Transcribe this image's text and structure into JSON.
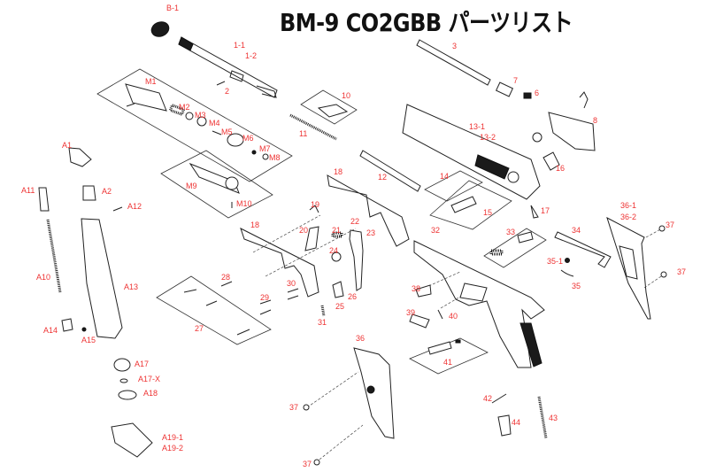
{
  "title": "BM-9 CO2GBB パーツリスト",
  "label_color": "#ee3333",
  "parts": [
    {
      "id": "B-1",
      "name": "barrel-thread-cap"
    },
    {
      "id": "1-1",
      "name": "outer-barrel"
    },
    {
      "id": "1-2",
      "name": "outer-barrel-alt"
    },
    {
      "id": "2",
      "name": "barrel-pin"
    },
    {
      "id": "3",
      "name": "inner-barrel"
    },
    {
      "id": "7",
      "name": "hop-chamber"
    },
    {
      "id": "6",
      "name": "rear-sight"
    },
    {
      "id": "8",
      "name": "nozzle-housing"
    },
    {
      "id": "10",
      "name": "locking-block-set"
    },
    {
      "id": "11",
      "name": "recoil-spring"
    },
    {
      "id": "12",
      "name": "recoil-spring-guide"
    },
    {
      "id": "13-1",
      "name": "slide"
    },
    {
      "id": "13-2",
      "name": "slide-alt"
    },
    {
      "id": "14",
      "name": "firing-pin-set"
    },
    {
      "id": "15",
      "name": "safety-lever-set"
    },
    {
      "id": "16",
      "name": "extractor"
    },
    {
      "id": "17",
      "name": "ejector"
    },
    {
      "id": "M1",
      "name": "magazine-valve-body"
    },
    {
      "id": "M2",
      "name": "valve-spring"
    },
    {
      "id": "M3",
      "name": "valve-stem"
    },
    {
      "id": "M4",
      "name": "valve-seal"
    },
    {
      "id": "M5",
      "name": "valve-pin"
    },
    {
      "id": "M6",
      "name": "valve-cap"
    },
    {
      "id": "M7",
      "name": "o-ring"
    },
    {
      "id": "M8",
      "name": "washer"
    },
    {
      "id": "M9",
      "name": "feed-lip-assembly"
    },
    {
      "id": "M10",
      "name": "set-screw"
    },
    {
      "id": "A1",
      "name": "follower"
    },
    {
      "id": "A2",
      "name": "follower-block"
    },
    {
      "id": "A11",
      "name": "follower-latch"
    },
    {
      "id": "A12",
      "name": "follower-pin"
    },
    {
      "id": "A10",
      "name": "magazine-spring"
    },
    {
      "id": "A13",
      "name": "magazine-body"
    },
    {
      "id": "A14",
      "name": "magazine-catch-knob"
    },
    {
      "id": "A15",
      "name": "small-screw"
    },
    {
      "id": "A17",
      "name": "co2-puncture-screw"
    },
    {
      "id": "A17-X",
      "name": "puncture-washer"
    },
    {
      "id": "A18",
      "name": "screw-ring"
    },
    {
      "id": "A19-1",
      "name": "magazine-base-plate"
    },
    {
      "id": "A19-2",
      "name": "magazine-base-plate-alt"
    },
    {
      "id": "18",
      "name": "hammer-housing-right"
    },
    {
      "id": "18",
      "name": "hammer-housing-left"
    },
    {
      "id": "19",
      "name": "sear-spring"
    },
    {
      "id": "20",
      "name": "sear"
    },
    {
      "id": "21",
      "name": "hammer-pin"
    },
    {
      "id": "22",
      "name": "hammer-spring"
    },
    {
      "id": "23",
      "name": "hammer"
    },
    {
      "id": "24",
      "name": "hammer-gear"
    },
    {
      "id": "25",
      "name": "disconnector"
    },
    {
      "id": "26",
      "name": "disconnector-spring"
    },
    {
      "id": "27",
      "name": "screw-set"
    },
    {
      "id": "28",
      "name": "pin-28"
    },
    {
      "id": "29",
      "name": "pin-29"
    },
    {
      "id": "30",
      "name": "pin-30"
    },
    {
      "id": "31",
      "name": "spring-31"
    },
    {
      "id": "32",
      "name": "frame"
    },
    {
      "id": "33",
      "name": "slide-stop-set"
    },
    {
      "id": "34",
      "name": "trigger-bar"
    },
    {
      "id": "35-1",
      "name": "trigger-bar-screw"
    },
    {
      "id": "35",
      "name": "trigger-bar-spring"
    },
    {
      "id": "36-1",
      "name": "right-grip"
    },
    {
      "id": "36-2",
      "name": "right-grip-alt"
    },
    {
      "id": "37",
      "name": "grip-screw-right-top"
    },
    {
      "id": "37",
      "name": "grip-screw-right-bottom"
    },
    {
      "id": "38",
      "name": "takedown-lever"
    },
    {
      "id": "39",
      "name": "takedown-button"
    },
    {
      "id": "40",
      "name": "takedown-spring"
    },
    {
      "id": "41",
      "name": "magazine-release-set"
    },
    {
      "id": "36",
      "name": "left-grip"
    },
    {
      "id": "37",
      "name": "grip-screw-left-top"
    },
    {
      "id": "37",
      "name": "grip-screw-left-bottom"
    },
    {
      "id": "42",
      "name": "pin-42"
    },
    {
      "id": "44",
      "name": "mag-catch-bushing"
    },
    {
      "id": "43",
      "name": "mag-catch-spring"
    }
  ]
}
